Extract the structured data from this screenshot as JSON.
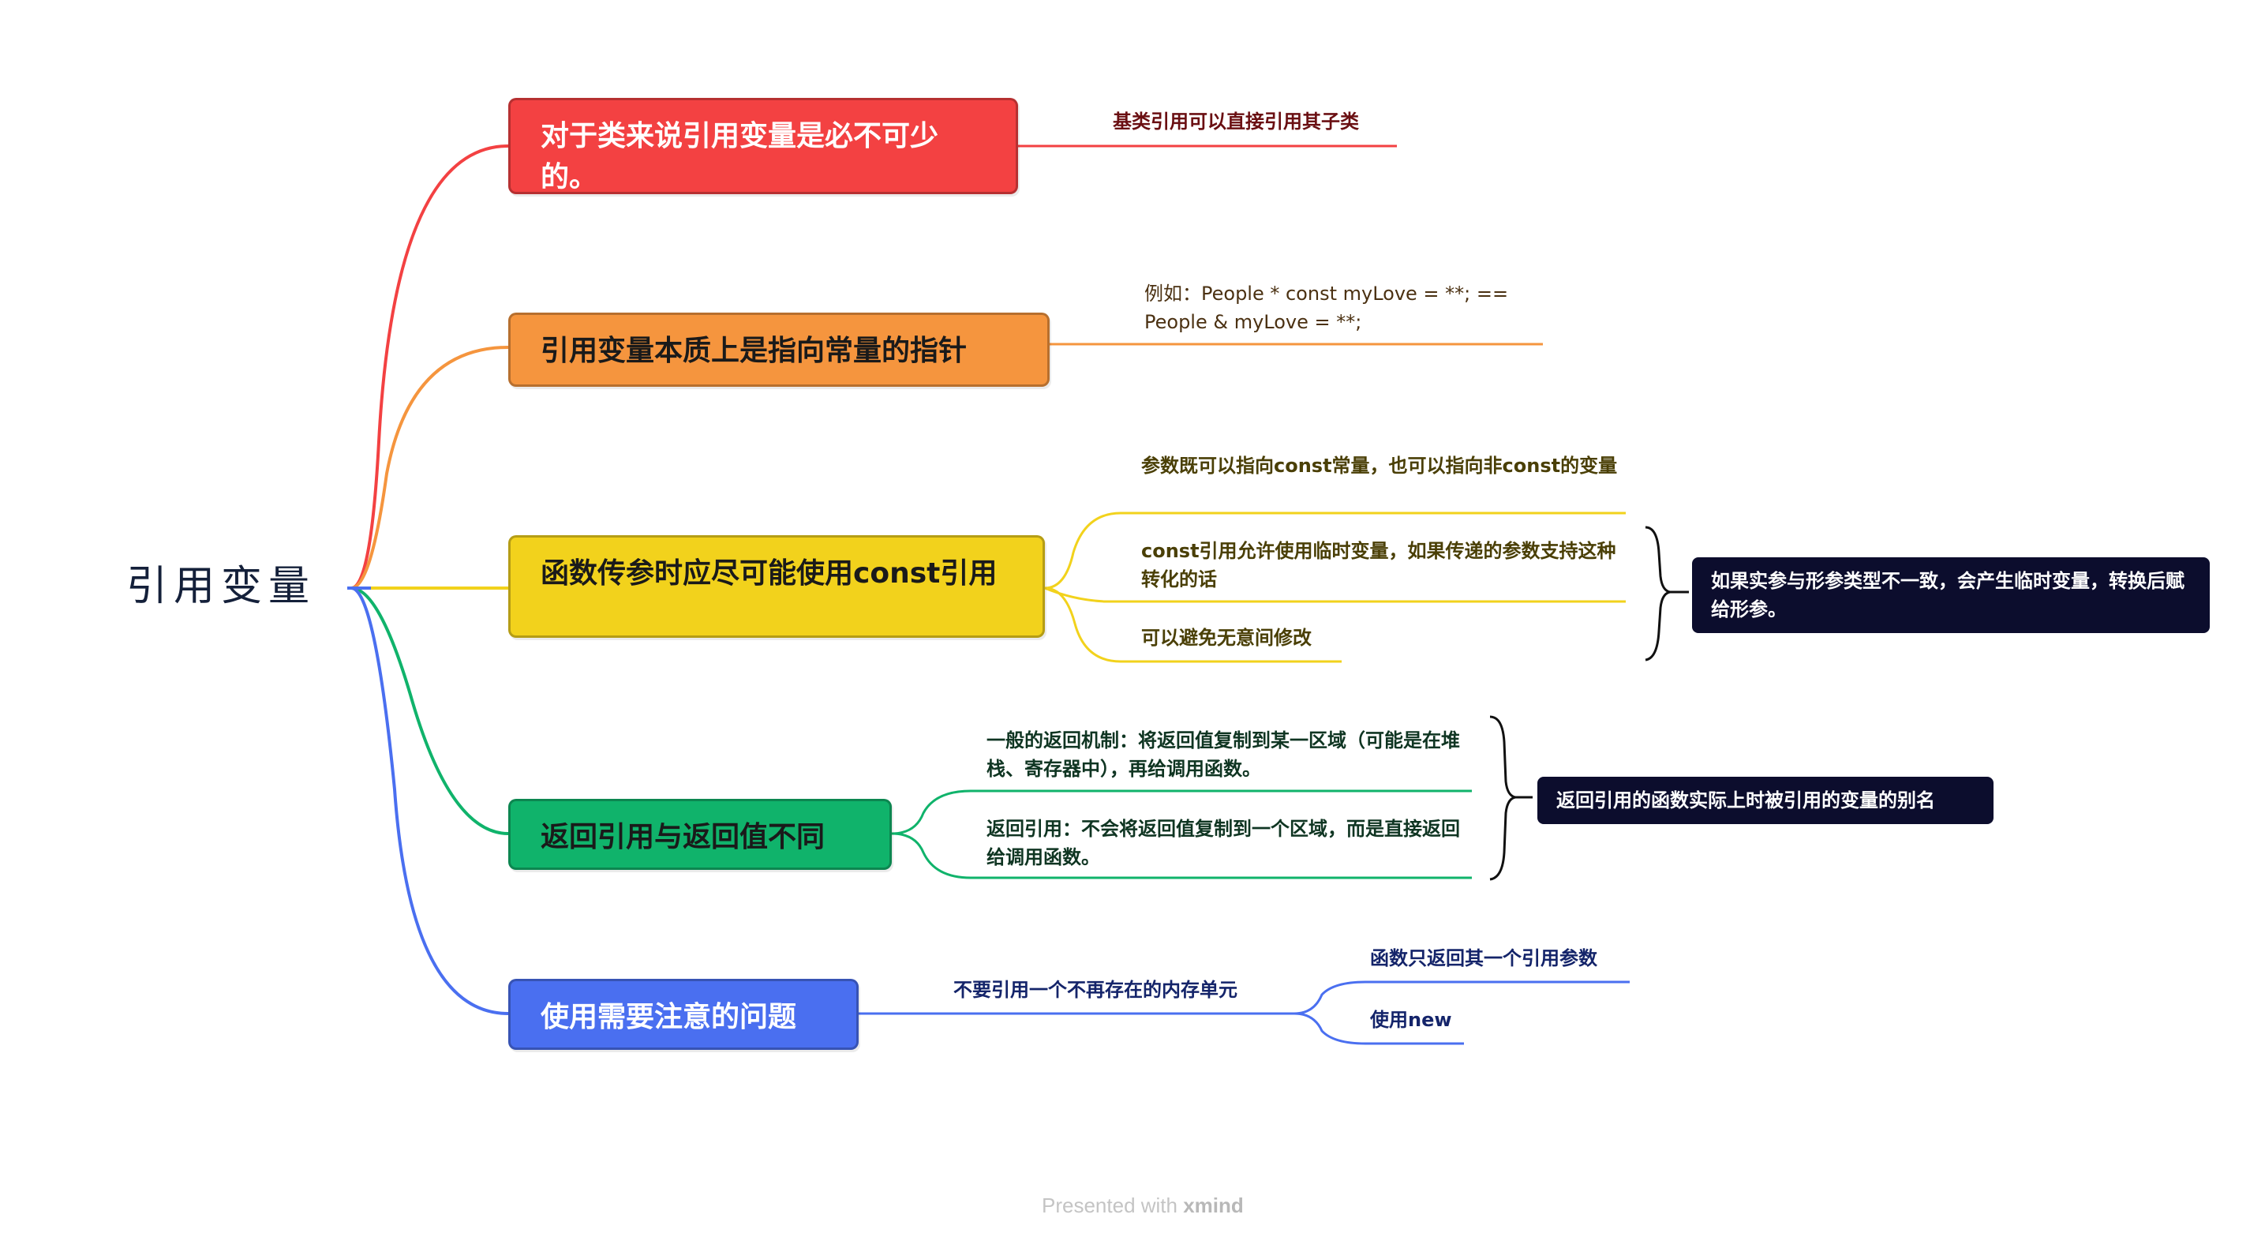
{
  "root": {
    "label": "引用变量"
  },
  "branches": [
    {
      "label": "对于类来说引用变量是必不可少的。",
      "color": "#f34142",
      "children": [
        "基类引用可以直接引用其子类"
      ]
    },
    {
      "label": "引用变量本质上是指向常量的指针",
      "color": "#f5953e",
      "children": [
        "例如：People * const myLove = **; == People & myLove = **;"
      ]
    },
    {
      "label": "函数传参时应尽可能使用const引用",
      "color": "#f2d21c",
      "children": [
        "参数既可以指向const常量，也可以指向非const的变量",
        "const引用允许使用临时变量，如果传递的参数支持这种转化的话",
        "可以避免无意间修改"
      ],
      "summary": "如果实参与形参类型不一致，会产生临时变量，转换后赋给形参。"
    },
    {
      "label": "返回引用与返回值不同",
      "color": "#10b36b",
      "children": [
        "一般的返回机制：将返回值复制到某一区域（可能是在堆栈、寄存器中），再给调用函数。",
        "返回引用：不会将返回值复制到一个区域，而是直接返回给调用函数。"
      ],
      "summary": "返回引用的函数实际上时被引用的变量的别名"
    },
    {
      "label": "使用需要注意的问题",
      "color": "#4a6ff0",
      "children": [
        "不要引用一个不再存在的内存单元"
      ],
      "grandchildren": [
        "函数只返回其一个引用参数",
        "使用new"
      ]
    }
  ],
  "watermark": {
    "prefix": "Presented with",
    "brand": "xmind"
  }
}
